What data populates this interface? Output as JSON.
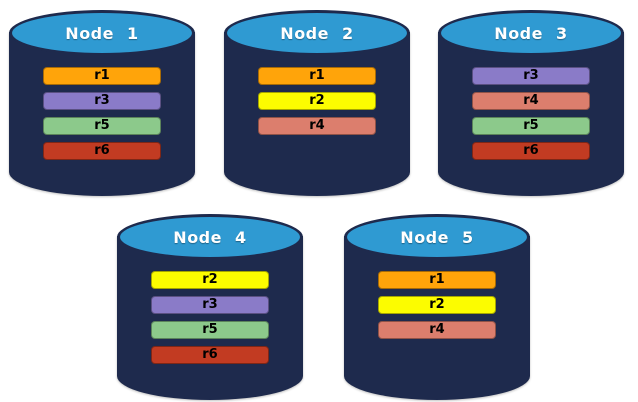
{
  "colors": {
    "cylinder_body": "#1E2A4D",
    "cylinder_top": "#2F9AD2",
    "replica_colors": {
      "r1": "#FFA40A",
      "r2": "#FCFC00",
      "r3": "#8A7BC8",
      "r4": "#DC7E6D",
      "r5": "#8CC98B",
      "r6": "#C23B22"
    }
  },
  "nodes": [
    {
      "name": "Node 1",
      "replicas": [
        "r1",
        "r3",
        "r5",
        "r6"
      ]
    },
    {
      "name": "Node 2",
      "replicas": [
        "r1",
        "r2",
        "r4"
      ]
    },
    {
      "name": "Node 3",
      "replicas": [
        "r3",
        "r4",
        "r5",
        "r6"
      ]
    },
    {
      "name": "Node 4",
      "replicas": [
        "r2",
        "r3",
        "r5",
        "r6"
      ]
    },
    {
      "name": "Node 5",
      "replicas": [
        "r1",
        "r2",
        "r4"
      ]
    }
  ]
}
